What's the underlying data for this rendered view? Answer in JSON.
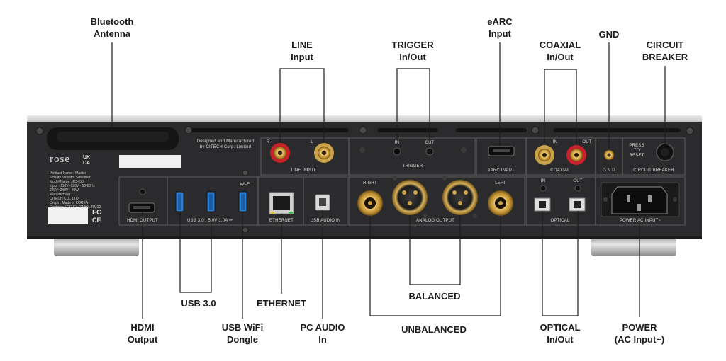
{
  "callouts": {
    "bluetooth_antenna": [
      "Bluetooth",
      "Antenna"
    ],
    "line_input": [
      "LINE",
      "Input"
    ],
    "trigger": [
      "TRIGGER",
      "In/Out"
    ],
    "earc_input": [
      "eARC",
      "Input"
    ],
    "coaxial": [
      "COAXIAL",
      "In/Out"
    ],
    "gnd": [
      "GND"
    ],
    "circuit_breaker": [
      "CIRCUIT",
      "BREAKER"
    ],
    "hdmi_output": [
      "HDMI",
      "Output"
    ],
    "usb3": [
      "USB 3.0"
    ],
    "ethernet": [
      "ETHERNET"
    ],
    "usb_wifi": [
      "USB WiFi",
      "Dongle"
    ],
    "pc_audio": [
      "PC AUDIO",
      "In"
    ],
    "balanced": [
      "BALANCED"
    ],
    "unbalanced": [
      "UNBALANCED"
    ],
    "optical": [
      "OPTICAL",
      "In/Out"
    ],
    "power": [
      "POWER",
      "(AC Input~)"
    ]
  },
  "panel": {
    "brand": "rose",
    "ukca_top": "UK",
    "ukca_bottom": "CA",
    "designed_line1": "Designed and Manufactured",
    "designed_line2": "by CITECH Corp. Limited",
    "label_line_input": "LINE INPUT",
    "label_r": "R",
    "label_l": "L",
    "label_trigger": "TRIGGER",
    "label_in": "IN",
    "label_out": "OUT",
    "label_cut": "CUT",
    "label_earc": "eARC INPUT",
    "label_coaxial": "COAXIAL",
    "label_gnd": "G N D",
    "label_press": "PRESS",
    "label_to": "TO",
    "label_reset": "RESET",
    "label_breaker": "CIRCUIT BREAKER",
    "label_hdmi": "HDMI OUTPUT",
    "label_usb": "USB 3.0  /  5.0V 1.0A ⎓",
    "label_wifi": "Wi-Fi",
    "label_ethernet": "ETHERNET",
    "label_usb_audio": "USB AUDIO IN",
    "label_right": "RIGHT",
    "label_left": "LEFT",
    "label_analog": "ANALOG OUTPUT",
    "label_optical": "OPTICAL",
    "label_power": "POWER AC INPUT~",
    "spec_lines": [
      "Product Name : Master",
      "Fidelity Network Streamer",
      "Model Name : RS450",
      "Input : 110V~120V~ 50/60Hz",
      "220V~240V~ 40W",
      "Manufacturer :",
      "CITECH CO., LTD.",
      "Origin : Made in KOREA",
      "Contains FCC ID : 2AAYL-RM10"
    ],
    "fc_mark": "FC",
    "ce_mark": "CE"
  },
  "colors": {
    "chassis": "#2b2b2d",
    "panel_label": "#d8d8d8",
    "rca_red": "#c8212b",
    "rca_gold": "#c9a24a",
    "usb_blue": "#2a7fd6",
    "foot_silver": "#c9c9c9"
  }
}
